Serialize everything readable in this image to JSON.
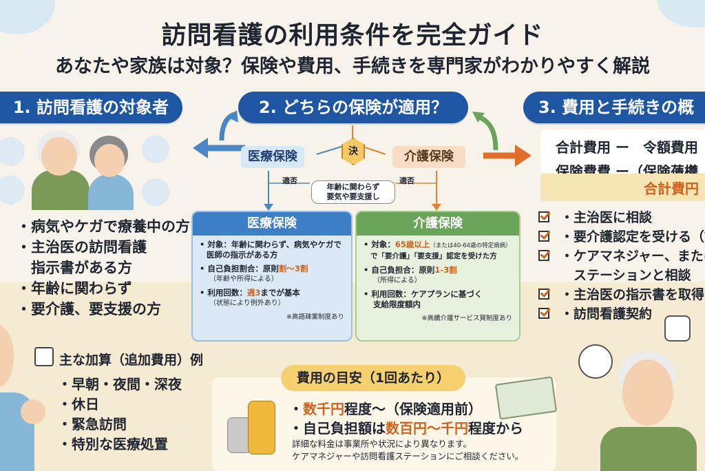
{
  "header": {
    "title": "訪問看護の利用条件を完全ガイド",
    "subtitle": "あなたや家族は対象？保険や費用、手続きを専門家がわかりやすく解説"
  },
  "sections": {
    "s1": "1. 訪問看護の対象者",
    "s2": "2. どちらの保険が適用？",
    "s3": "3. 費用と手続きの概"
  },
  "targets": [
    "・病気やケガで療養中の方",
    "・主治医の訪問看護",
    "　指示書がある方",
    "・年齢に関わらず",
    "・要介護、要支援の方"
  ],
  "flow": {
    "medical_tag": "医療保険",
    "care_tag": "介護保険",
    "decide": "決",
    "applies_left": "適否",
    "applies_right": "適否",
    "middle_note_1": "年齢に関わらず",
    "middle_note_2": "要気や要支援し"
  },
  "medical": {
    "title": "医療保険",
    "target_label": "対象：年齢に関わらず、病気やケガで",
    "target_label2": "医師の指示がある方",
    "burden_label": "自己負担割合：原則",
    "burden_value": "割〜3割",
    "burden_sub": "（年齢や所得による）",
    "visits_label": "利用回数：",
    "visits_value": "週3",
    "visits_label2": "までが基本",
    "visits_sub": "（状態により例外あり）",
    "footnote": "※高語疎業制度あり"
  },
  "care": {
    "title": "介護保険",
    "target_label": "対象：",
    "target_value": "65歳以上",
    "target_small": "（または40-64歳の特定病病）",
    "target_label2": "で「要介護」「要支援」認定を受けた方",
    "burden_label": "自己負担合：原則",
    "burden_value": "1-3割",
    "burden_sub": "（所得による）",
    "visits_label": "利用回数：ケアプランに基づく",
    "visits_label2": "支給限度額内",
    "footnote": "※高續介護サービス賀制度あり"
  },
  "cost": {
    "line1": "合計費用 ー　令額費用",
    "line2": "保険費費 ー（保険蒨欆",
    "total": "合計費円"
  },
  "steps": [
    "・主治医に相談",
    "・要介護認定を受ける（認",
    "・ケアマネジャー、または",
    "　ステーションと相談",
    "・主治医の指示書を取得",
    "・訪問看護契約"
  ],
  "addons": {
    "title": "主な加算（追加費用）例",
    "items": [
      "・早朝・夜間・深夜",
      "・休日",
      "・緊急訪問",
      "・特別な医療処置"
    ]
  },
  "estimate": {
    "title": "費用の目安（1回あたり）",
    "line1_hl": "数千円",
    "line1_rest": "程度〜（保険適用前）",
    "line2_pre": "・自己負担額は",
    "line2_hl": "数百円〜千円",
    "line2_rest": "程度から",
    "note1": "詳細な料金は事業所や状況により異なります。",
    "note2": "ケアマネジャーや訪問看護ステーションにご相談ください。"
  },
  "colors": {
    "primary_blue": "#1f56a3",
    "accent_orange": "#d0621b",
    "medical_blue": "#3d7fc6",
    "care_green": "#6aa45a"
  }
}
